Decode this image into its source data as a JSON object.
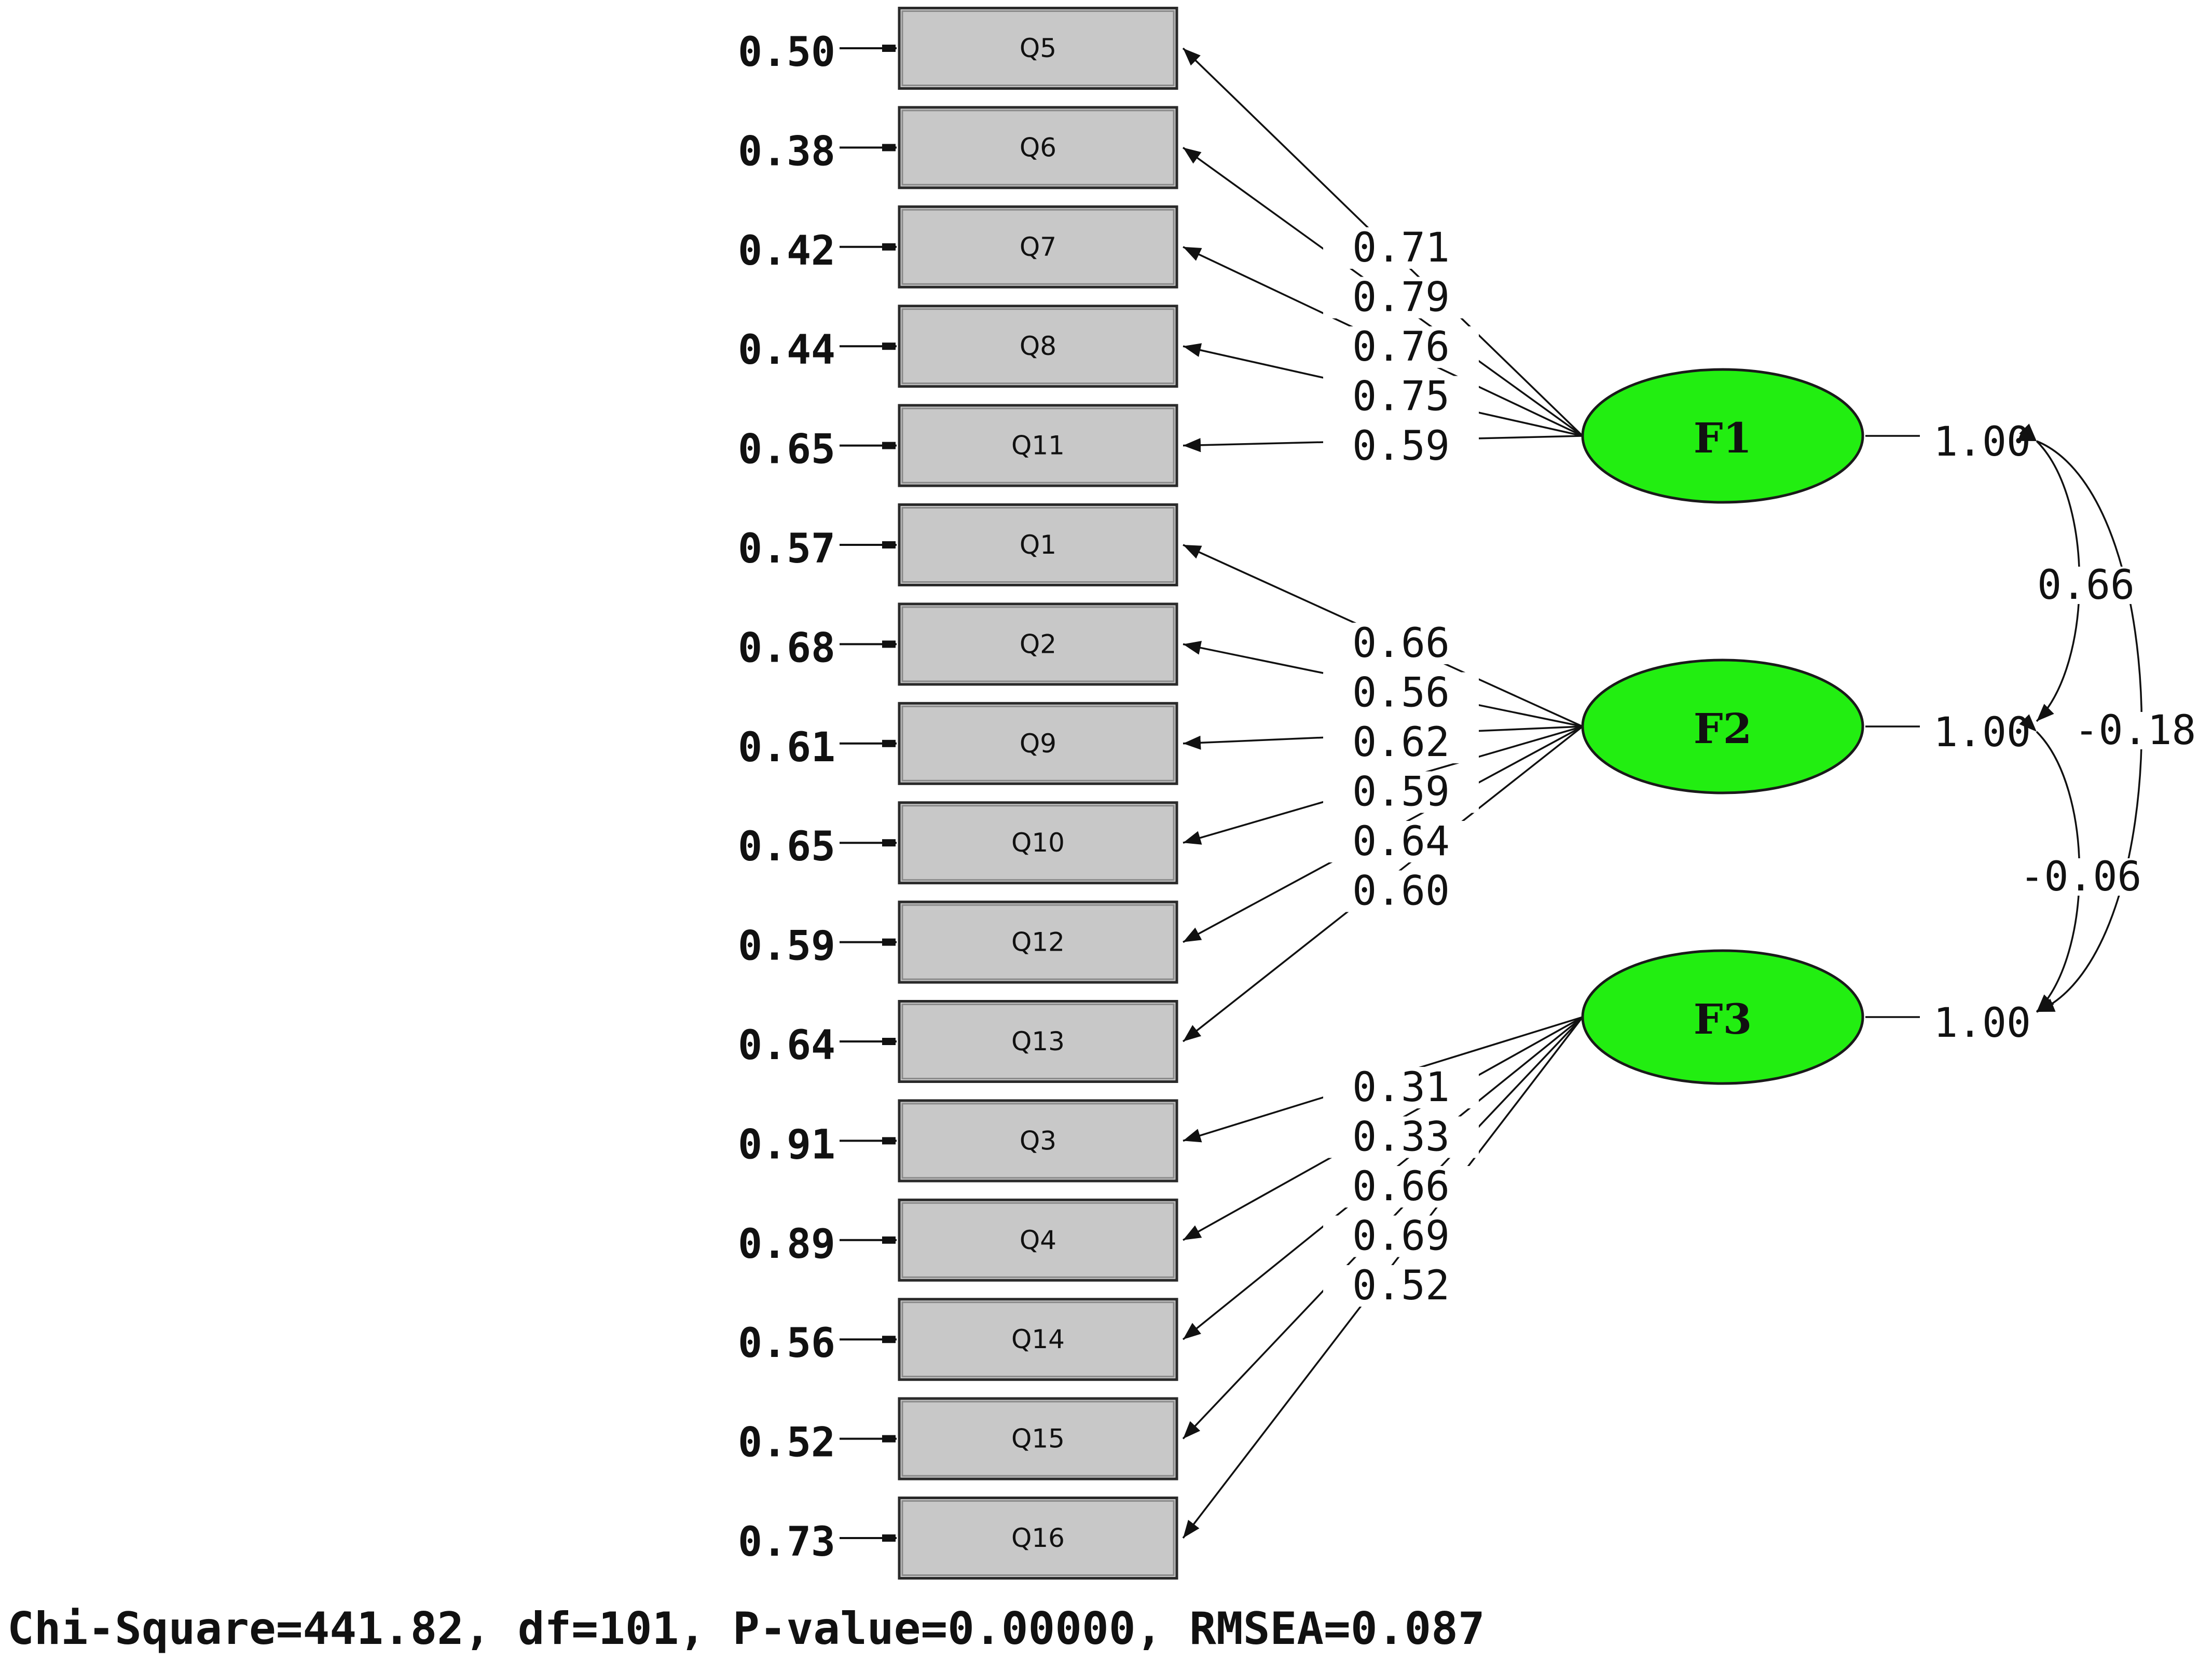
{
  "factors": [
    {
      "name": "F1",
      "variance": "1.00"
    },
    {
      "name": "F2",
      "variance": "1.00"
    },
    {
      "name": "F3",
      "variance": "1.00"
    }
  ],
  "factor_color": "#22ee11",
  "indicators": [
    {
      "name": "Q5",
      "error": "0.50",
      "factor": "F1",
      "loading": "0.71"
    },
    {
      "name": "Q6",
      "error": "0.38",
      "factor": "F1",
      "loading": "0.79"
    },
    {
      "name": "Q7",
      "error": "0.42",
      "factor": "F1",
      "loading": "0.76"
    },
    {
      "name": "Q8",
      "error": "0.44",
      "factor": "F1",
      "loading": "0.75"
    },
    {
      "name": "Q11",
      "error": "0.65",
      "factor": "F1",
      "loading": "0.59"
    },
    {
      "name": "Q1",
      "error": "0.57",
      "factor": "F2",
      "loading": "0.66"
    },
    {
      "name": "Q2",
      "error": "0.68",
      "factor": "F2",
      "loading": "0.56"
    },
    {
      "name": "Q9",
      "error": "0.61",
      "factor": "F2",
      "loading": "0.62"
    },
    {
      "name": "Q10",
      "error": "0.65",
      "factor": "F2",
      "loading": "0.59"
    },
    {
      "name": "Q12",
      "error": "0.59",
      "factor": "F2",
      "loading": "0.64"
    },
    {
      "name": "Q13",
      "error": "0.64",
      "factor": "F2",
      "loading": "0.60"
    },
    {
      "name": "Q3",
      "error": "0.91",
      "factor": "F3",
      "loading": "0.31"
    },
    {
      "name": "Q4",
      "error": "0.89",
      "factor": "F3",
      "loading": "0.33"
    },
    {
      "name": "Q14",
      "error": "0.56",
      "factor": "F3",
      "loading": "0.66"
    },
    {
      "name": "Q15",
      "error": "0.52",
      "factor": "F3",
      "loading": "0.69"
    },
    {
      "name": "Q16",
      "error": "0.73",
      "factor": "F3",
      "loading": "0.52"
    }
  ],
  "correlations": [
    {
      "between": [
        "F1",
        "F2"
      ],
      "value": "0.66"
    },
    {
      "between": [
        "F1",
        "F3"
      ],
      "value": "-0.18"
    },
    {
      "between": [
        "F2",
        "F3"
      ],
      "value": "-0.06"
    }
  ],
  "fit_statistics": "Chi-Square=441.82, df=101, P-value=0.00000, RMSEA=0.087"
}
